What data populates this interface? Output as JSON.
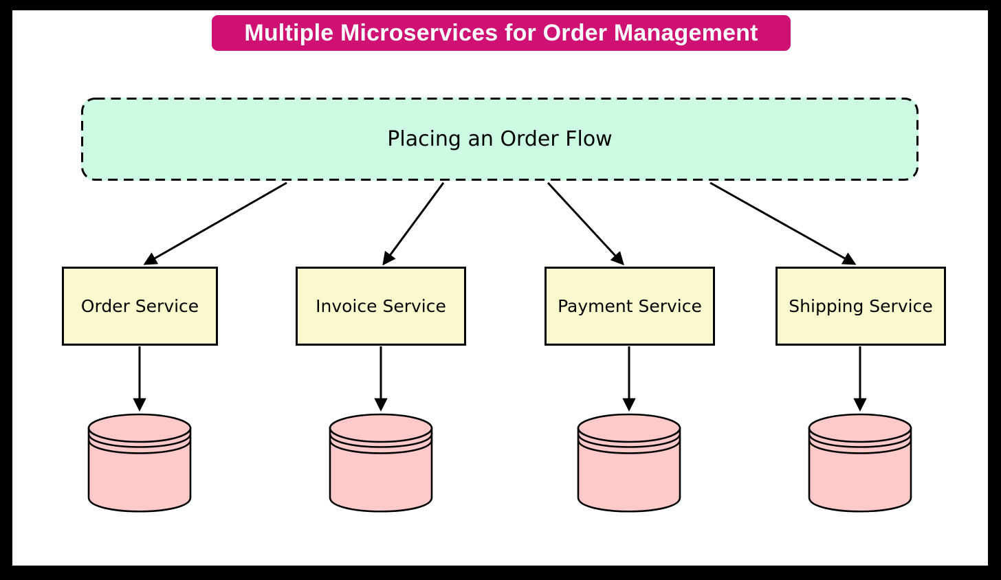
{
  "title": {
    "label": "Multiple Microservices for Order Management"
  },
  "flow": {
    "label": "Placing an Order Flow"
  },
  "services": [
    {
      "label": "Order Service"
    },
    {
      "label": "Invoice Service"
    },
    {
      "label": "Payment Service"
    },
    {
      "label": "Shipping Service"
    }
  ],
  "icons": {
    "database": "database-cylinder-icon"
  },
  "colors": {
    "banner": "#ce1172",
    "banner_text": "#ffffff",
    "flow_fill": "#ccfae3",
    "service_fill": "#faf9ce",
    "database_fill": "#fec9c9",
    "stroke": "#000000",
    "frame": "#000000",
    "canvas": "#ffffff"
  }
}
